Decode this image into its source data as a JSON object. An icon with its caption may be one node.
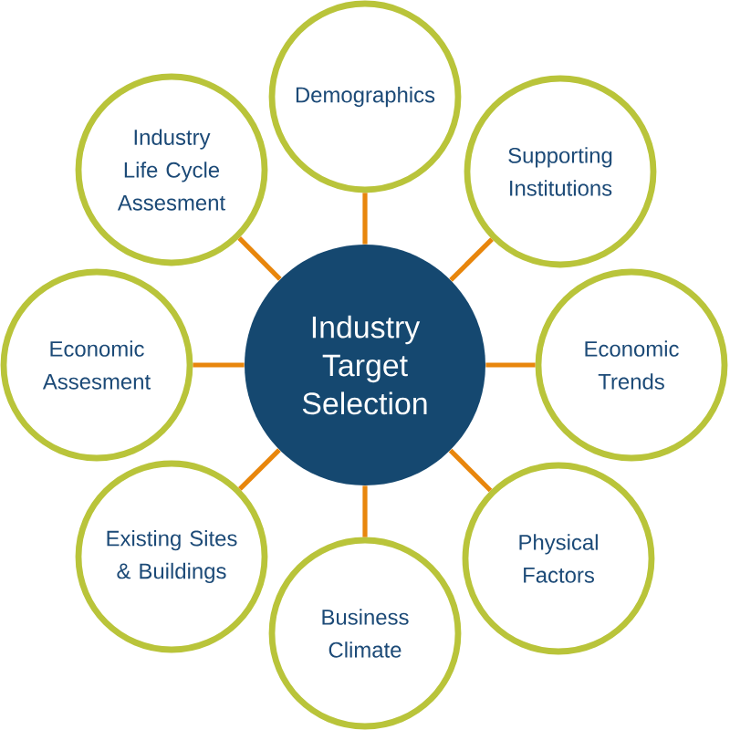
{
  "diagram": {
    "nodes": [
      {
        "text": [
          "Industry Target Selection"
        ]
      },
      {
        "text": [
          "Demographics"
        ]
      },
      {
        "text": [
          "Supporting Institutions"
        ]
      },
      {
        "text": [
          "Economic Trends"
        ]
      },
      {
        "text": [
          "Physical Factors"
        ]
      },
      {
        "text": [
          "Business Climate"
        ]
      },
      {
        "text": [
          "Existing Sites & Buildings"
        ]
      },
      {
        "text": [
          "Economic Assesment"
        ]
      },
      {
        "text": [
          "Industry Life Cycle Assesment"
        ]
      }
    ],
    "edges": [
      {
        "from": 0,
        "to": 1,
        "arrow": "none"
      },
      {
        "from": 0,
        "to": 2,
        "arrow": "none"
      },
      {
        "from": 0,
        "to": 3,
        "arrow": "none"
      },
      {
        "from": 0,
        "to": 4,
        "arrow": "none"
      },
      {
        "from": 0,
        "to": 5,
        "arrow": "none"
      },
      {
        "from": 0,
        "to": 6,
        "arrow": "none"
      },
      {
        "from": 0,
        "to": 7,
        "arrow": "none"
      },
      {
        "from": 0,
        "to": 8,
        "arrow": "none"
      }
    ]
  }
}
